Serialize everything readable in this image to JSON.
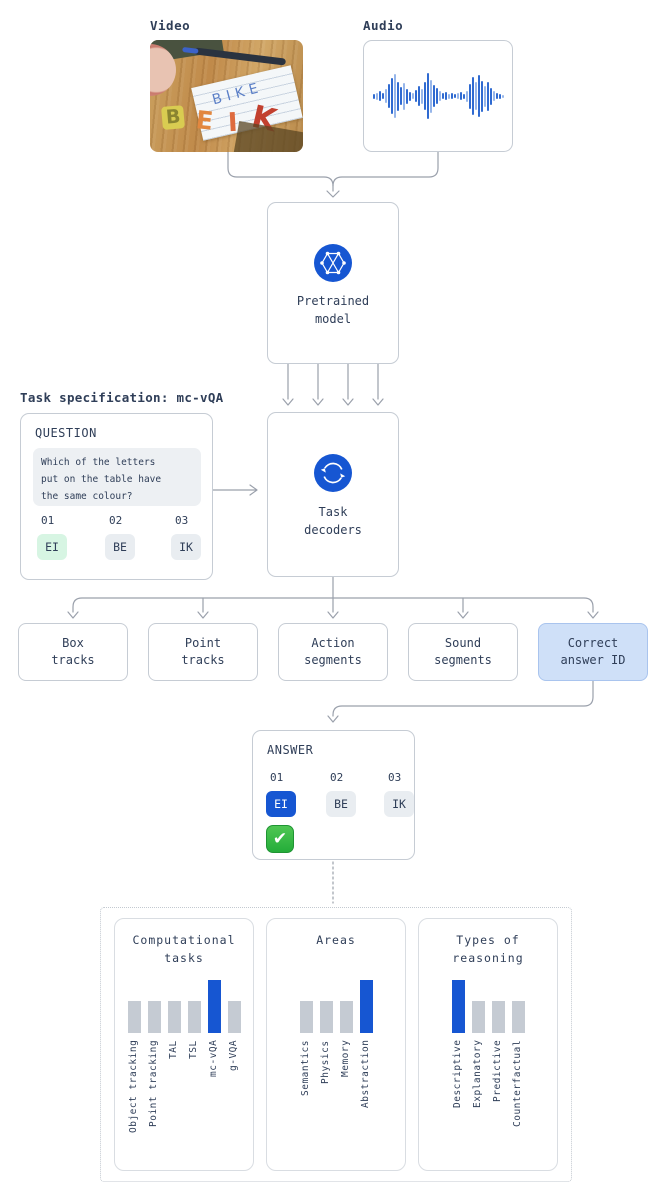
{
  "palette": {
    "accent_blue": "#1656d2",
    "navy_text": "#2f3e58",
    "connector_gray": "#9aa0ab",
    "chip_gray": "#e9edf1",
    "chip_green": "#d7f5e3",
    "highlight_box_bg": "#cfe0f8",
    "highlight_box_border": "#a9c4ee",
    "bar_gray": "#c5cbd3",
    "check_green": "#2eb441",
    "wave_dark": "#2f6ad1",
    "wave_light": "#97b6ea"
  },
  "inputs": {
    "video": {
      "label": "Video",
      "paper_text": "BIKE",
      "letters": [
        "B",
        "E",
        "I",
        "K"
      ]
    },
    "audio": {
      "label": "Audio",
      "waveform": [
        0.1,
        0.16,
        0.22,
        0.14,
        0.3,
        0.52,
        0.78,
        0.95,
        0.62,
        0.4,
        0.58,
        0.33,
        0.2,
        0.12,
        0.26,
        0.44,
        0.32,
        0.6,
        1.0,
        0.72,
        0.48,
        0.34,
        0.22,
        0.12,
        0.18,
        0.1,
        0.14,
        0.08,
        0.12,
        0.18,
        0.1,
        0.24,
        0.55,
        0.82,
        0.6,
        0.92,
        0.68,
        0.45,
        0.62,
        0.38,
        0.22,
        0.14,
        0.1,
        0.06
      ]
    }
  },
  "pretrained": {
    "label": "Pretrained\nmodel"
  },
  "task_spec": {
    "title": "Task specification: mc-vQA",
    "question_heading": "QUESTION",
    "question": "Which of the letters\nput on the table have\nthe same colour?",
    "options": [
      {
        "num": "01",
        "text": "EI",
        "state": "correct"
      },
      {
        "num": "02",
        "text": "BE",
        "state": "normal"
      },
      {
        "num": "03",
        "text": "IK",
        "state": "normal"
      }
    ]
  },
  "decoders": {
    "label": "Task\ndecoders"
  },
  "outputs": [
    {
      "label": "Box\ntracks",
      "highlighted": false
    },
    {
      "label": "Point\ntracks",
      "highlighted": false
    },
    {
      "label": "Action\nsegments",
      "highlighted": false
    },
    {
      "label": "Sound\nsegments",
      "highlighted": false
    },
    {
      "label": "Correct\nanswer ID",
      "highlighted": true
    }
  ],
  "answer": {
    "heading": "ANSWER",
    "options": [
      {
        "num": "01",
        "text": "EI",
        "selected": true
      },
      {
        "num": "02",
        "text": "BE",
        "selected": false
      },
      {
        "num": "03",
        "text": "IK",
        "selected": false
      }
    ],
    "check_glyph": "✔"
  },
  "taxonomy": {
    "cards": [
      {
        "title": "Computational\ntasks",
        "bars": [
          {
            "label": "Object tracking",
            "value": 1,
            "highlighted": false
          },
          {
            "label": "Point tracking",
            "value": 1,
            "highlighted": false
          },
          {
            "label": "TAL",
            "value": 1,
            "highlighted": false
          },
          {
            "label": "TSL",
            "value": 1,
            "highlighted": false
          },
          {
            "label": "mc-vQA",
            "value": 1.65,
            "highlighted": true
          },
          {
            "label": "g-VQA",
            "value": 1,
            "highlighted": false
          }
        ]
      },
      {
        "title": "Areas",
        "bars": [
          {
            "label": "Semantics",
            "value": 1,
            "highlighted": false
          },
          {
            "label": "Physics",
            "value": 1,
            "highlighted": false
          },
          {
            "label": "Memory",
            "value": 1,
            "highlighted": false
          },
          {
            "label": "Abstraction",
            "value": 1.65,
            "highlighted": true
          }
        ]
      },
      {
        "title": "Types of\nreasoning",
        "bars": [
          {
            "label": "Descriptive",
            "value": 1.65,
            "highlighted": true
          },
          {
            "label": "Explanatory",
            "value": 1,
            "highlighted": false
          },
          {
            "label": "Predictive",
            "value": 1,
            "highlighted": false
          },
          {
            "label": "Counterfactual",
            "value": 1,
            "highlighted": false
          }
        ]
      }
    ]
  }
}
